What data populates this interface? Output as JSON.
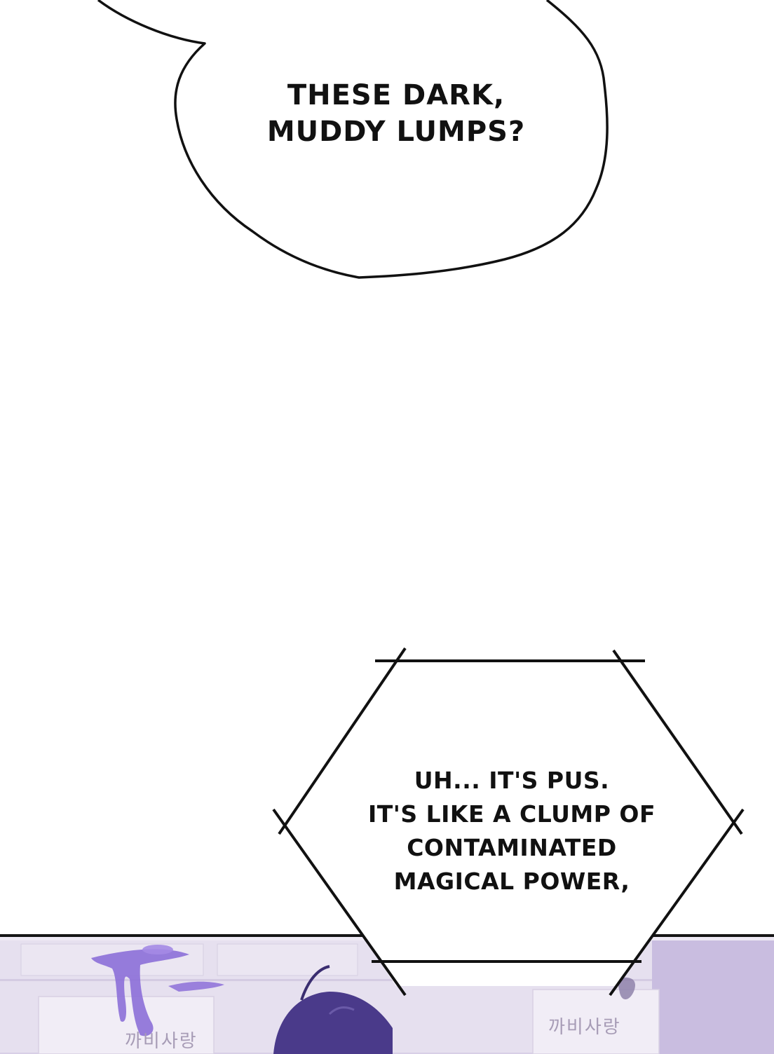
{
  "speech_bubble": {
    "lines": [
      "THESE DARK,",
      "MUDDY LUMPS?"
    ]
  },
  "narration_box": {
    "lines": [
      "UH... IT'S PUS.",
      "IT'S LIKE A CLUMP OF",
      "CONTAMINATED",
      "MAGICAL POWER,"
    ]
  },
  "scene": {
    "sign_left": "까비사랑",
    "sign_right": "까비사랑"
  },
  "colors": {
    "ink": "#111111",
    "goo": "#8c6fd8",
    "scene_bg": "#e3dced"
  }
}
